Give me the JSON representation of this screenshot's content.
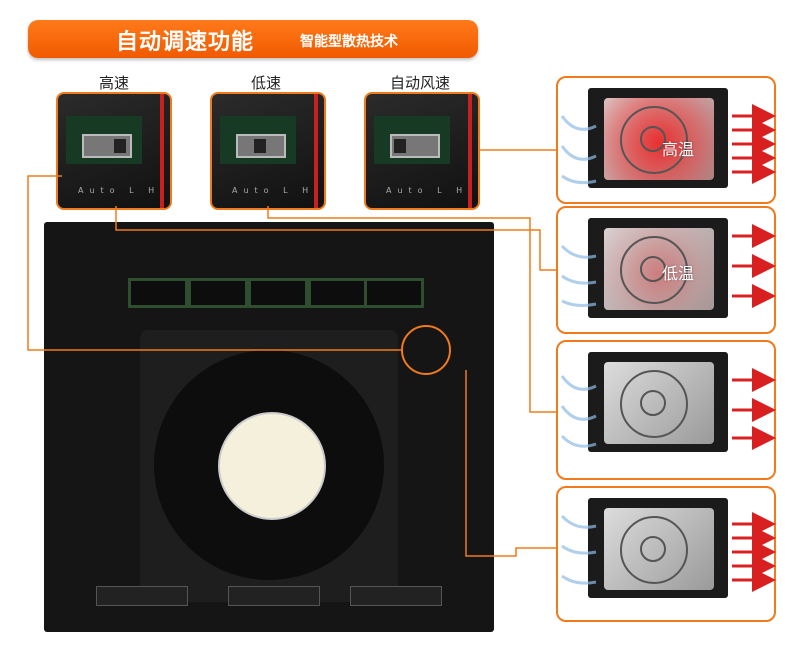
{
  "banner": {
    "title": "自动调速功能",
    "subtitle": "智能型散热技术"
  },
  "switches": [
    {
      "label": "高速",
      "position": "high"
    },
    {
      "label": "低速",
      "position": "low"
    },
    {
      "label": "自动风速",
      "position": "auto"
    }
  ],
  "switch_marks": "Auto  L  H",
  "panels": [
    {
      "label": "高温",
      "state": "hot",
      "color": "#e53b3b"
    },
    {
      "label": "低温",
      "state": "warm",
      "color": "#d88a8a"
    },
    {
      "label": "",
      "state": "normal",
      "color": ""
    },
    {
      "label": "",
      "state": "normal",
      "color": ""
    }
  ],
  "colors": {
    "accent": "#f07a1c",
    "arrow": "#d92020",
    "airflow": "#8fbce6"
  }
}
